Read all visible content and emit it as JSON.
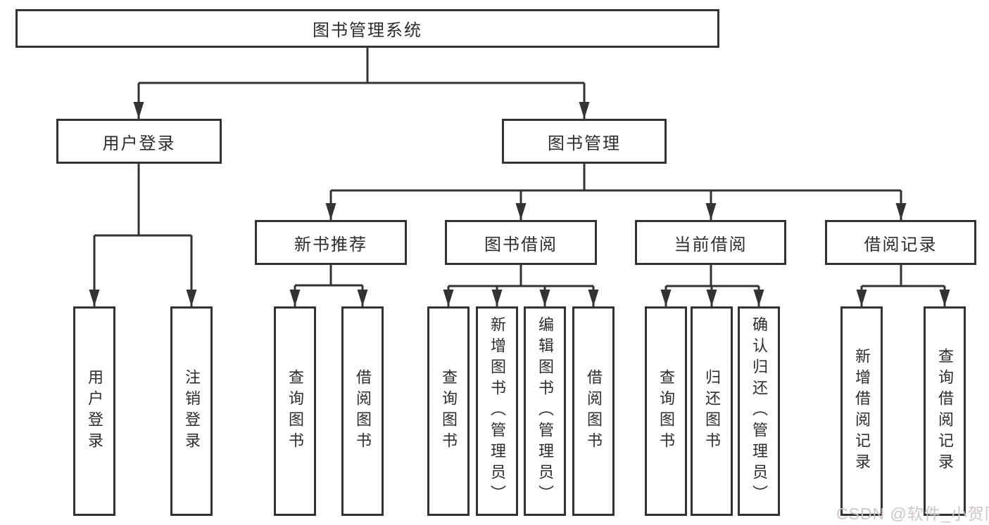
{
  "diagram": {
    "root": {
      "label": "图书管理系统"
    },
    "level2": {
      "user_login": "用户登录",
      "book_mgmt": "图书管理"
    },
    "level3": {
      "new_book_rec": "新书推荐",
      "book_borrow": "图书借阅",
      "current_borrow": "当前借阅",
      "borrow_record": "借阅记录"
    },
    "leaves": {
      "login": "用户登录",
      "logout": "注销登录",
      "rec_query_book": "查询图书",
      "rec_borrow_book": "借阅图书",
      "bb_query_book": "查询图书",
      "bb_add_book": "新增图书（管理员）",
      "bb_edit_book": "编辑图书（管理员）",
      "bb_borrow_book": "借阅图书",
      "cb_query_book": "查询图书",
      "cb_return_book": "归还图书",
      "cb_confirm_return": "确认归还（管理员）",
      "br_add_record": "新增借阅记录",
      "br_query_record": "查询借阅记录"
    }
  },
  "watermark": "CSDN @软件_小贺同学",
  "colors": {
    "line": "#333333",
    "box_border": "#333333",
    "text": "#2d2d2d",
    "watermark": "#ccc3c3",
    "background": "#ffffff"
  }
}
